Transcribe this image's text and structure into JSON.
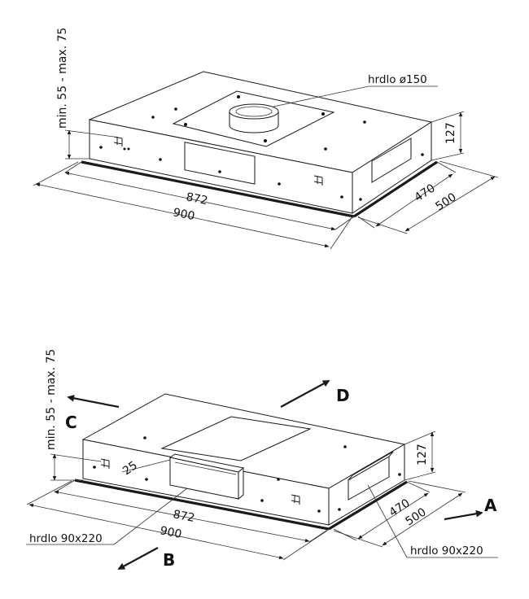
{
  "top_view": {
    "dim_height": "min. 55 - max. 75",
    "dim_width_inner": "872",
    "dim_width_outer": "900",
    "dim_depth_inner": "470",
    "dim_depth_outer": "500",
    "dim_body_height": "127",
    "outlet_label": "hrdlo ø150"
  },
  "bottom_view": {
    "dim_height": "min. 55 - max. 75",
    "dim_width_inner": "872",
    "dim_width_outer": "900",
    "dim_depth_inner": "470",
    "dim_depth_outer": "500",
    "dim_body_height": "127",
    "dim_offset": "25",
    "outlet_front_label": "hrdlo 90x220",
    "outlet_side_label": "hrdlo 90x220",
    "direction_a": "A",
    "direction_b": "B",
    "direction_c": "C",
    "direction_d": "D"
  }
}
